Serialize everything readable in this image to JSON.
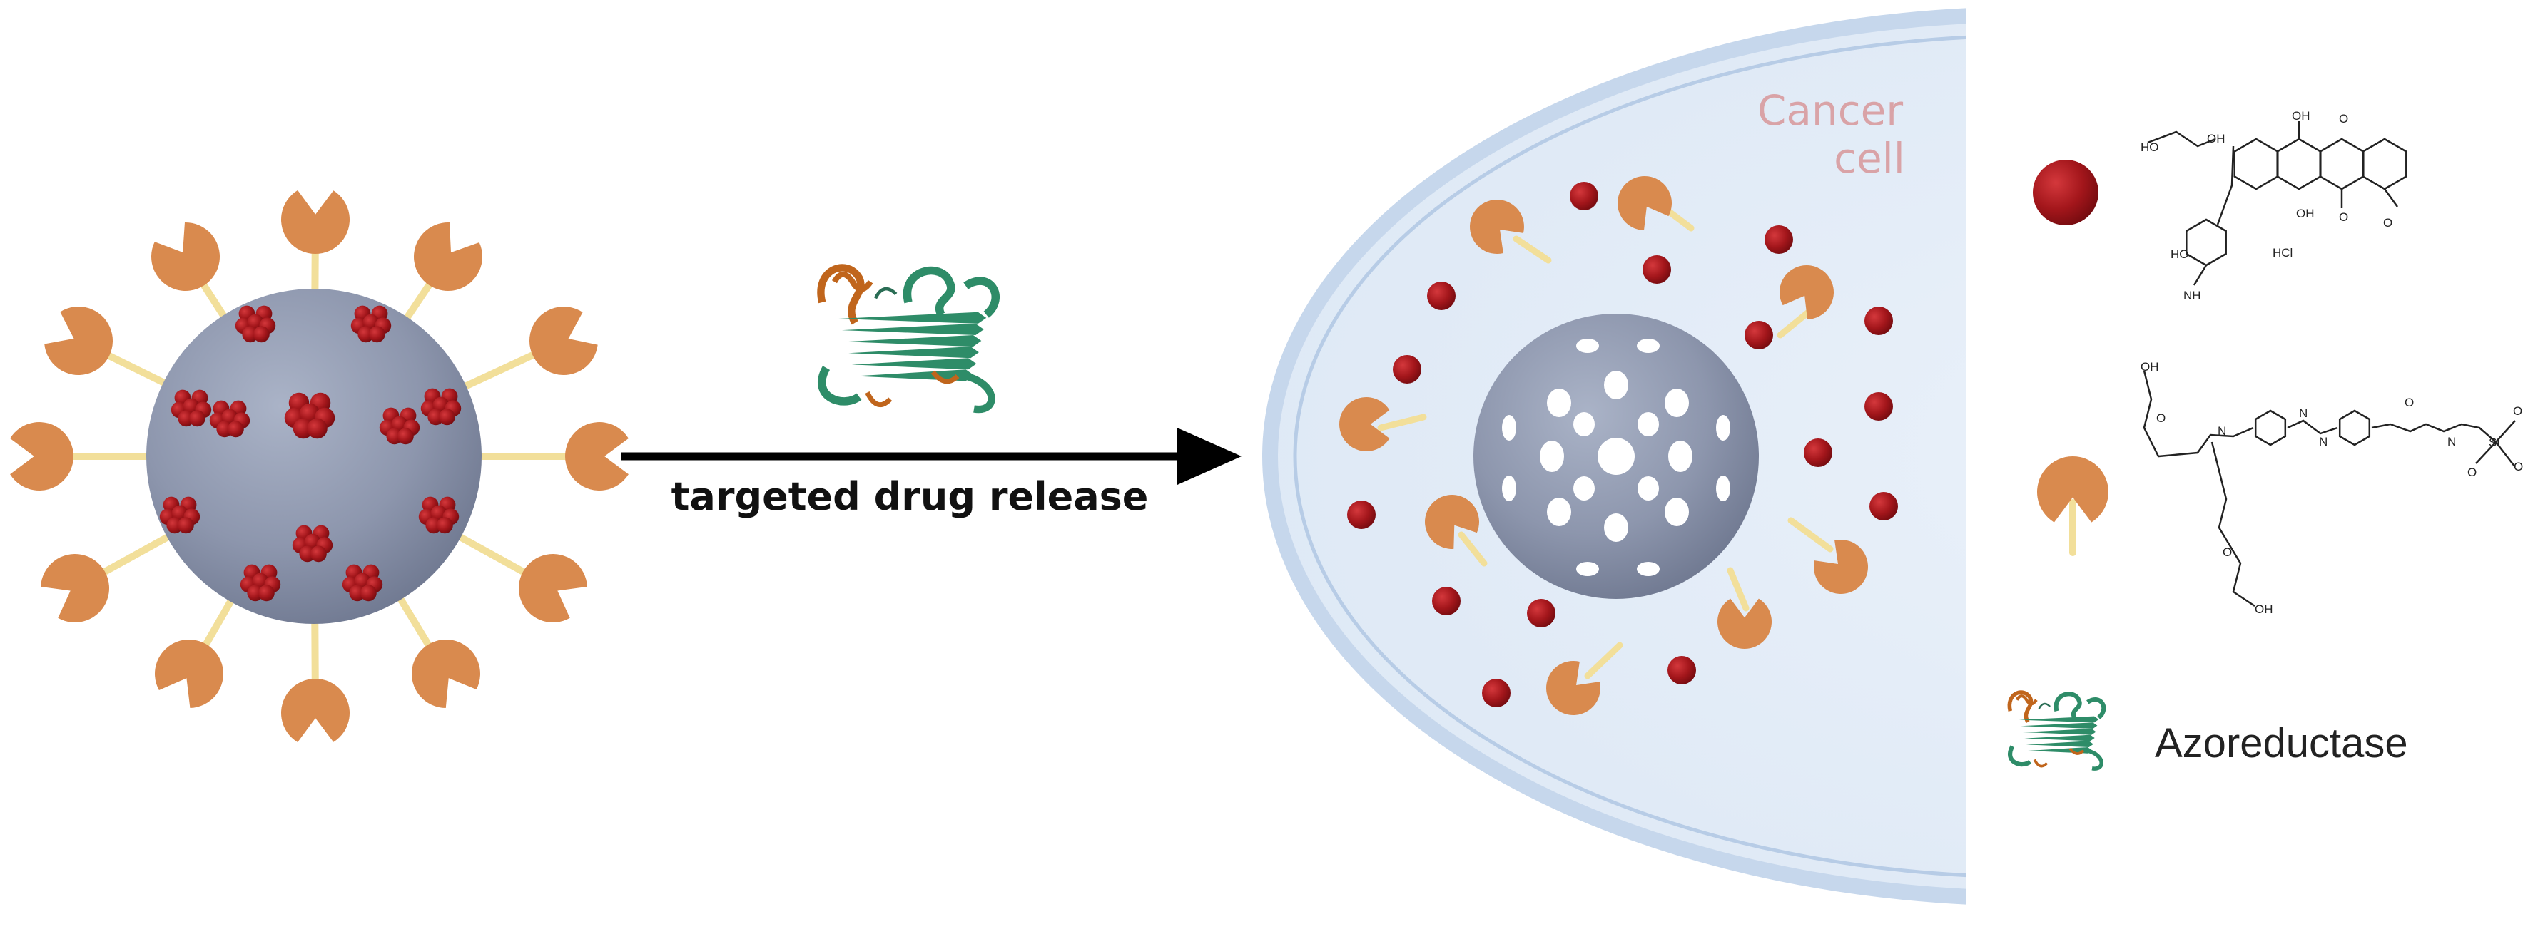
{
  "arrow_label": "targeted drug release",
  "cell_label_line1": "Cancer",
  "cell_label_line2": "cell",
  "legend_enzyme_label": "Azoreductase",
  "colors": {
    "ligand": "#d98a4e",
    "drug": "#a3161b",
    "nanoparticle": "#8e97ad",
    "linker": "#f2df9a",
    "cell_membrane": "#c6d7ec",
    "cell_fill": "#e8f0f9",
    "cell_label": "#d9a3a7",
    "protein_green": "#2e8c68",
    "protein_orange": "#c0651c"
  }
}
